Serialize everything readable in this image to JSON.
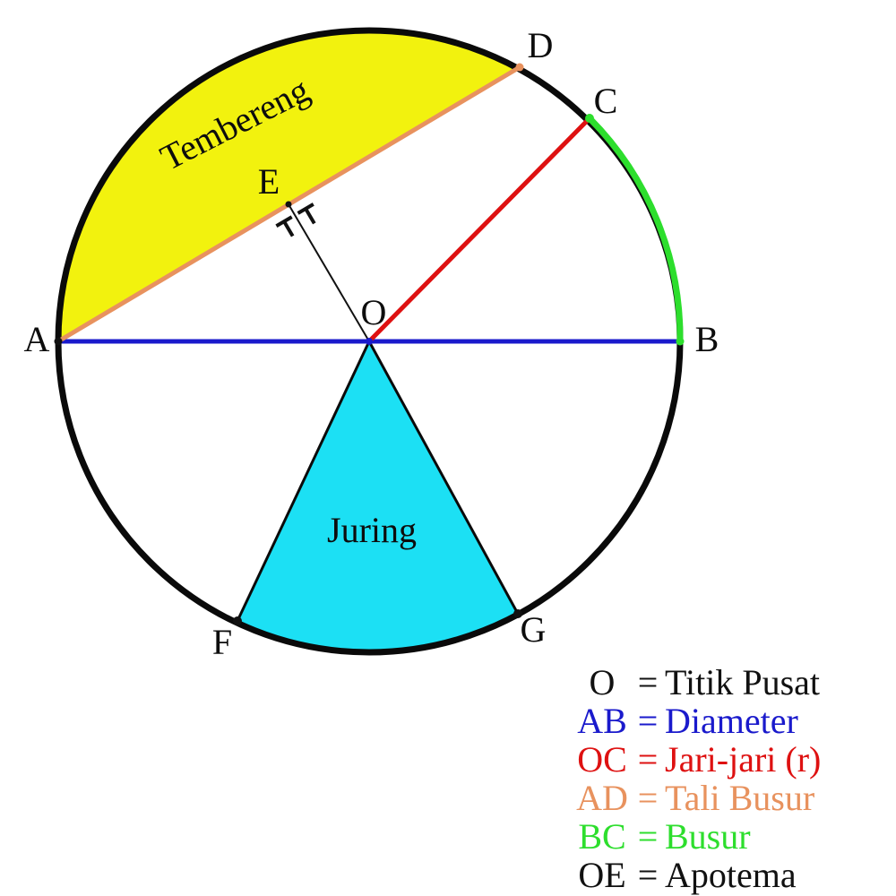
{
  "points": {
    "A": "A",
    "B": "B",
    "C": "C",
    "D": "D",
    "E": "E",
    "F": "F",
    "G": "G",
    "O": "O"
  },
  "regions": {
    "segment": "Tembereng",
    "sector": "Juring"
  },
  "legend": {
    "separator": "=",
    "rows": [
      {
        "abbr": "O",
        "name": "Titik Pusat",
        "color": "#111111"
      },
      {
        "abbr": "AB",
        "name": "Diameter",
        "color": "#1a1acc"
      },
      {
        "abbr": "OC",
        "name": "Jari-jari (r)",
        "color": "#de1111"
      },
      {
        "abbr": "AD",
        "name": "Tali Busur",
        "color": "#e8925e"
      },
      {
        "abbr": "BC",
        "name": "Busur",
        "color": "#2dde2d"
      },
      {
        "abbr": "OE",
        "name": "Apotema",
        "color": "#111111"
      }
    ]
  },
  "colors": {
    "outline": "#0a0a0a",
    "diameter": "#1a1acc",
    "radius": "#de1111",
    "chord": "#e8925e",
    "arc": "#2dde2d",
    "segment_fill": "#f2f20e",
    "sector_fill": "#1ce0f4",
    "apothem": "#111111",
    "point": "#111111"
  }
}
